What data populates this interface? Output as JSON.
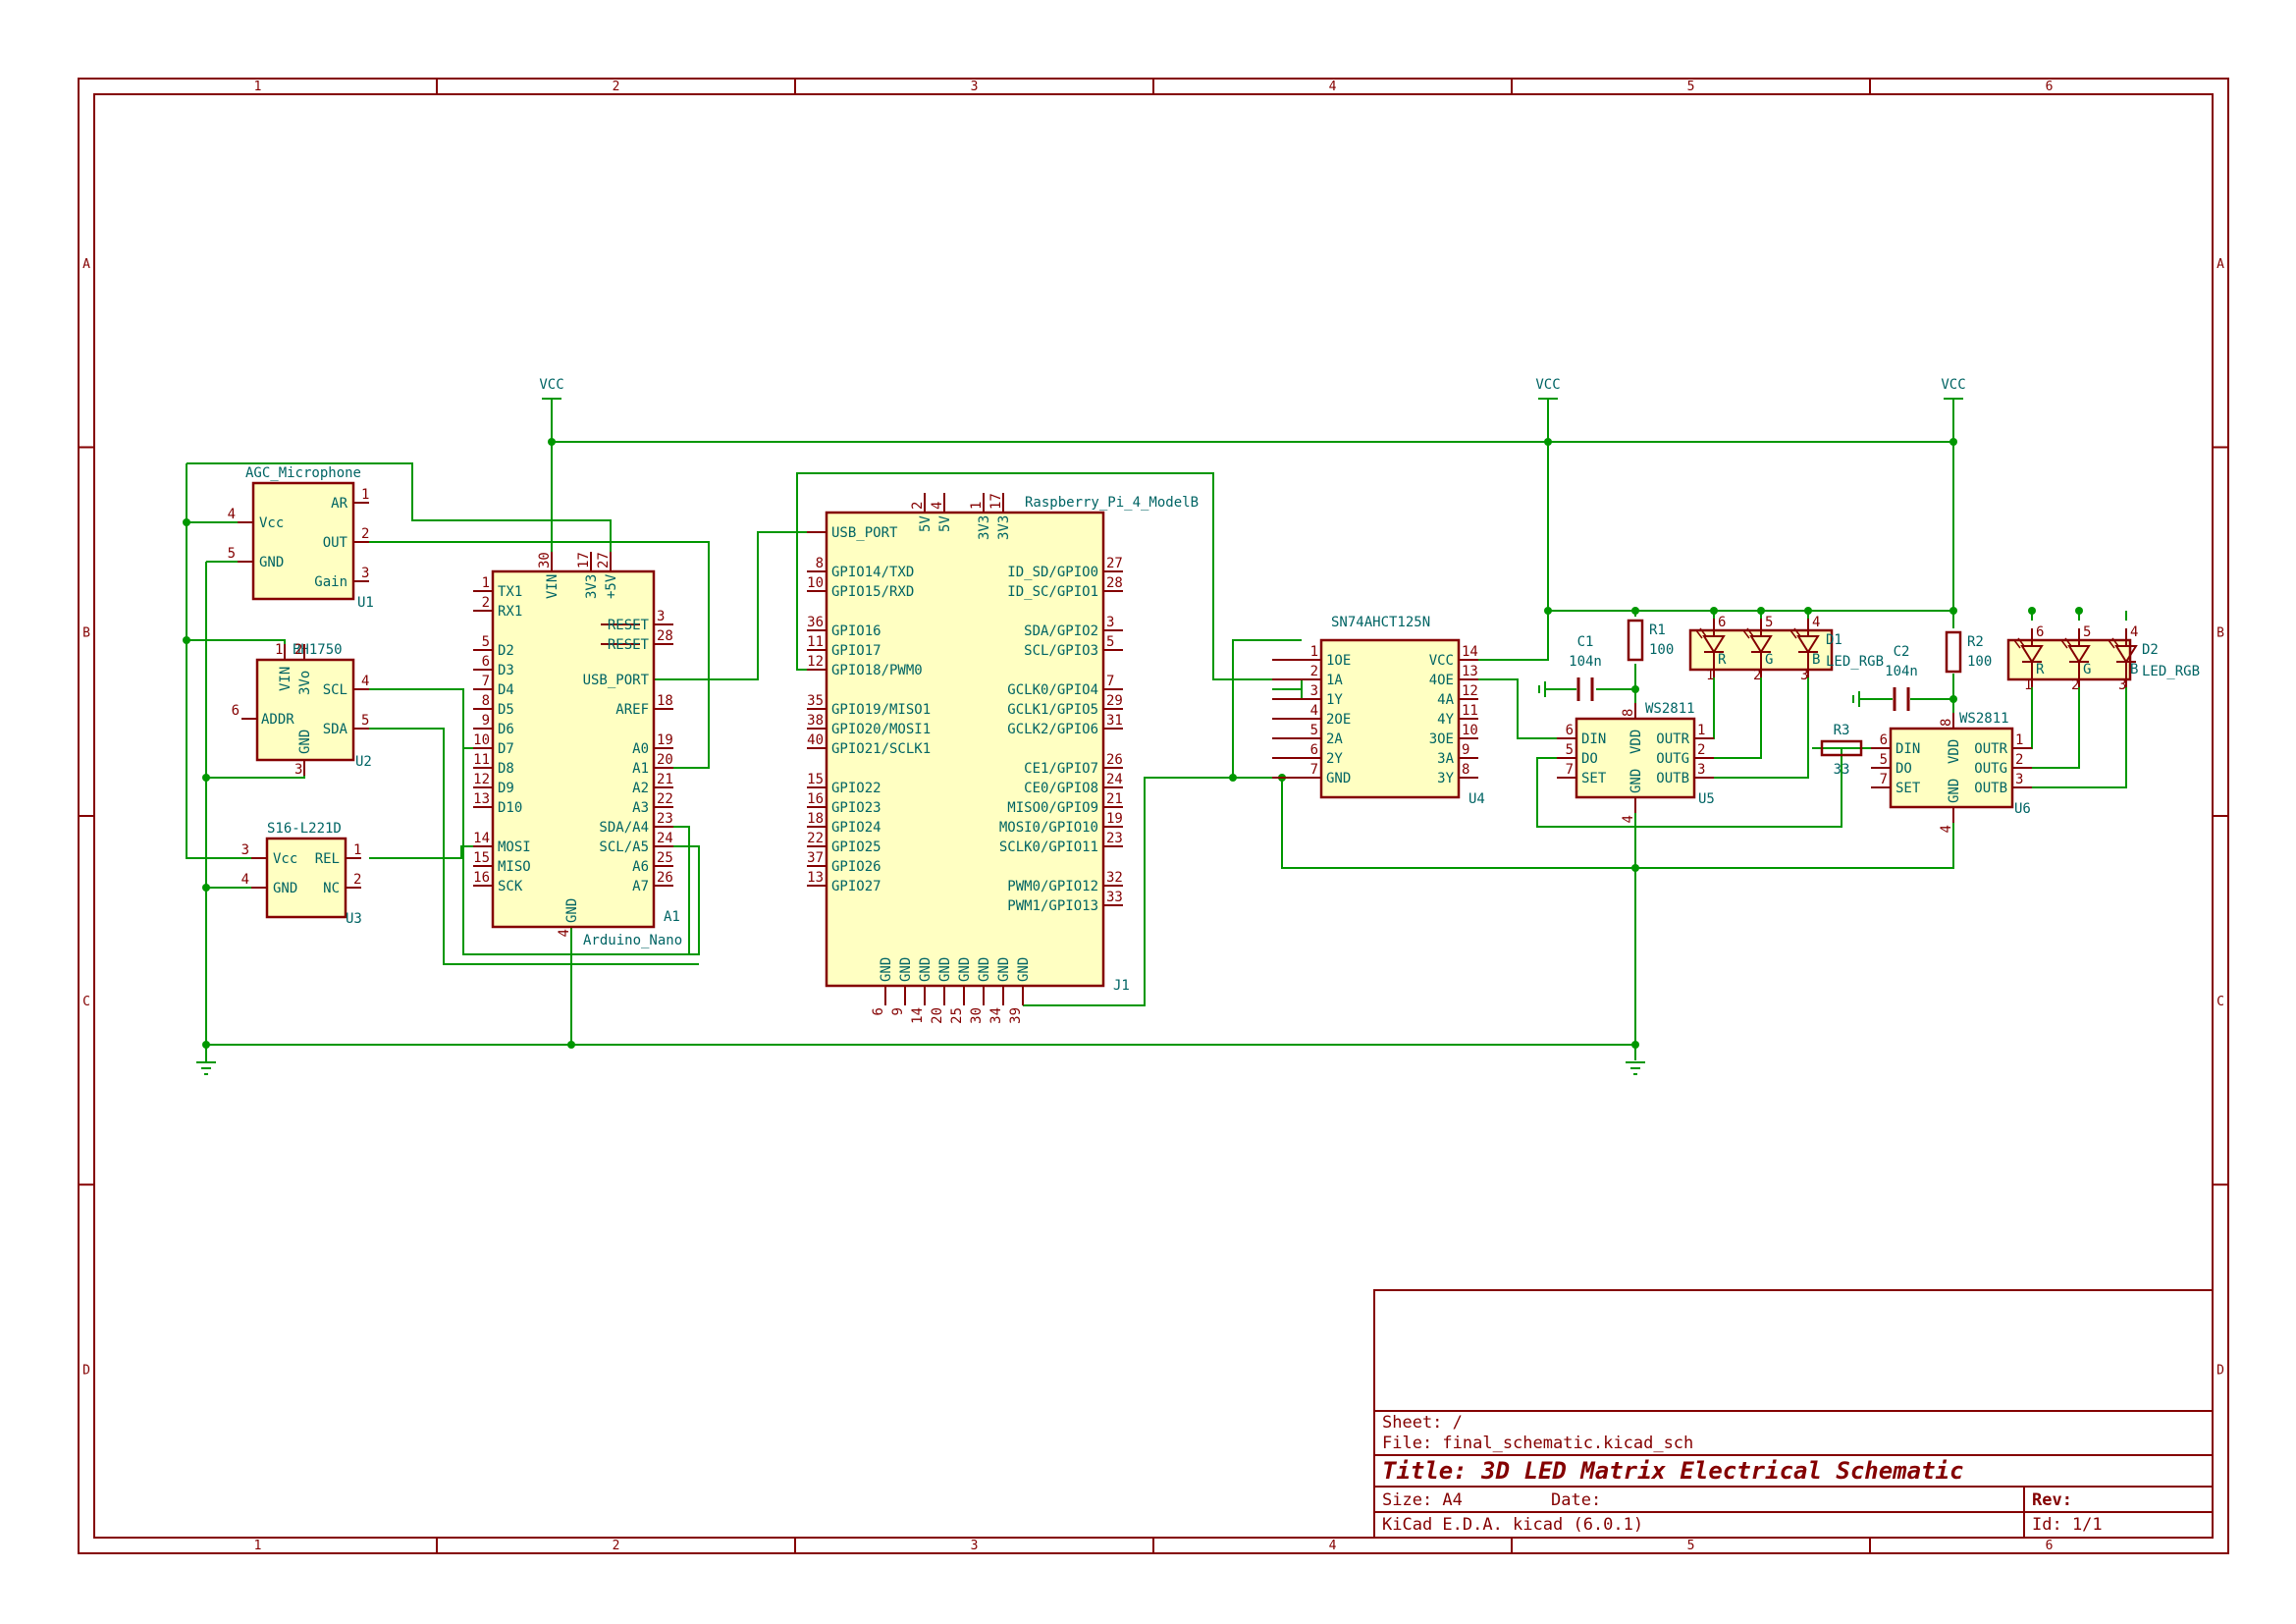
{
  "frame": {
    "columns": [
      "1",
      "2",
      "3",
      "4",
      "5",
      "6"
    ],
    "rows": [
      "A",
      "B",
      "C",
      "D"
    ]
  },
  "title_block": {
    "sheet": "Sheet: /",
    "file": "File: final_schematic.kicad_sch",
    "title": "Title: 3D LED Matrix Electrical Schematic",
    "size": "Size: A4",
    "date": "Date:",
    "rev": "Rev:",
    "tool": "KiCad E.D.A.  kicad (6.0.1)",
    "id": "Id: 1/1"
  },
  "power": {
    "vcc": "VCC"
  },
  "components": {
    "u1": {
      "value": "AGC_Microphone",
      "ref": "U1",
      "pins": [
        {
          "name": "Vcc",
          "num": "4"
        },
        {
          "name": "GND",
          "num": "5"
        },
        {
          "name": "AR",
          "num": "1"
        },
        {
          "name": "OUT",
          "num": "2"
        },
        {
          "name": "Gain",
          "num": "3"
        }
      ]
    },
    "u2": {
      "value": "BH1750",
      "ref": "U2",
      "pins": [
        {
          "name": "VIN",
          "num": "1"
        },
        {
          "name": "3Vo",
          "num": "2"
        },
        {
          "name": "ADDR",
          "num": "6"
        },
        {
          "name": "GND",
          "num": "3"
        },
        {
          "name": "SCL",
          "num": "4"
        },
        {
          "name": "SDA",
          "num": "5"
        }
      ]
    },
    "u3": {
      "value": "S16-L221D",
      "ref": "U3",
      "pins": [
        {
          "name": "Vcc",
          "num": "3"
        },
        {
          "name": "GND",
          "num": "4"
        },
        {
          "name": "REL",
          "num": "1"
        },
        {
          "name": "NC",
          "num": "2"
        }
      ]
    },
    "a1": {
      "value": "Arduino_Nano",
      "ref": "A1",
      "left": [
        {
          "name": "TX1",
          "num": "1"
        },
        {
          "name": "RX1",
          "num": "2"
        },
        {
          "name": "D2",
          "num": "5"
        },
        {
          "name": "D3",
          "num": "6"
        },
        {
          "name": "D4",
          "num": "7"
        },
        {
          "name": "D5",
          "num": "8"
        },
        {
          "name": "D6",
          "num": "9"
        },
        {
          "name": "D7",
          "num": "10"
        },
        {
          "name": "D8",
          "num": "11"
        },
        {
          "name": "D9",
          "num": "12"
        },
        {
          "name": "D10",
          "num": "13"
        },
        {
          "name": "MOSI",
          "num": "14"
        },
        {
          "name": "MISO",
          "num": "15"
        },
        {
          "name": "SCK",
          "num": "16"
        }
      ],
      "right": [
        {
          "name": "RESET",
          "num": "3"
        },
        {
          "name": "RESET",
          "num": "28"
        },
        {
          "name": "USB_PORT",
          "num": ""
        },
        {
          "name": "AREF",
          "num": "18"
        },
        {
          "name": "A0",
          "num": "19"
        },
        {
          "name": "A1",
          "num": "20"
        },
        {
          "name": "A2",
          "num": "21"
        },
        {
          "name": "A3",
          "num": "22"
        },
        {
          "name": "SDA/A4",
          "num": "23"
        },
        {
          "name": "SCL/A5",
          "num": "24"
        },
        {
          "name": "A6",
          "num": "25"
        },
        {
          "name": "A7",
          "num": "26"
        }
      ],
      "top": [
        {
          "name": "VIN",
          "num": "30"
        },
        {
          "name": "3V3",
          "num": "17"
        },
        {
          "name": "+5V",
          "num": "27"
        }
      ],
      "bottom": [
        {
          "name": "GND",
          "num": "4"
        }
      ]
    },
    "j1": {
      "value": "Raspberry_Pi_4_ModelB",
      "ref": "J1",
      "left": [
        {
          "name": "USB_PORT",
          "num": ""
        },
        {
          "name": "GPIO14/TXD",
          "num": "8"
        },
        {
          "name": "GPIO15/RXD",
          "num": "10"
        },
        {
          "name": "GPIO16",
          "num": "36"
        },
        {
          "name": "GPIO17",
          "num": "11"
        },
        {
          "name": "GPIO18/PWM0",
          "num": "12"
        },
        {
          "name": "GPIO19/MISO1",
          "num": "35"
        },
        {
          "name": "GPIO20/MOSI1",
          "num": "38"
        },
        {
          "name": "GPIO21/SCLK1",
          "num": "40"
        },
        {
          "name": "GPIO22",
          "num": "15"
        },
        {
          "name": "GPIO23",
          "num": "16"
        },
        {
          "name": "GPIO24",
          "num": "18"
        },
        {
          "name": "GPIO25",
          "num": "22"
        },
        {
          "name": "GPIO26",
          "num": "37"
        },
        {
          "name": "GPIO27",
          "num": "13"
        }
      ],
      "right": [
        {
          "name": "ID_SD/GPIO0",
          "num": "27"
        },
        {
          "name": "ID_SC/GPIO1",
          "num": "28"
        },
        {
          "name": "SDA/GPIO2",
          "num": "3"
        },
        {
          "name": "SCL/GPIO3",
          "num": "5"
        },
        {
          "name": "GCLK0/GPIO4",
          "num": "7"
        },
        {
          "name": "GCLK1/GPIO5",
          "num": "29"
        },
        {
          "name": "GCLK2/GPIO6",
          "num": "31"
        },
        {
          "name": "CE1/GPIO7",
          "num": "26"
        },
        {
          "name": "CE0/GPIO8",
          "num": "24"
        },
        {
          "name": "MISO0/GPIO9",
          "num": "21"
        },
        {
          "name": "MOSI0/GPIO10",
          "num": "19"
        },
        {
          "name": "SCLK0/GPIO11",
          "num": "23"
        },
        {
          "name": "PWM0/GPIO12",
          "num": "32"
        },
        {
          "name": "PWM1/GPIO13",
          "num": "33"
        }
      ],
      "top": [
        {
          "name": "5V",
          "num": "2"
        },
        {
          "name": "5V",
          "num": "4"
        },
        {
          "name": "3V3",
          "num": "1"
        },
        {
          "name": "3V3",
          "num": "17"
        }
      ],
      "bottom_name": "GND",
      "bottom": [
        "6",
        "9",
        "14",
        "20",
        "25",
        "30",
        "34",
        "39"
      ]
    },
    "u4": {
      "value": "SN74AHCT125N",
      "ref": "U4",
      "left": [
        {
          "name": "1OE",
          "num": "1"
        },
        {
          "name": "1A",
          "num": "2"
        },
        {
          "name": "1Y",
          "num": "3"
        },
        {
          "name": "2OE",
          "num": "4"
        },
        {
          "name": "2A",
          "num": "5"
        },
        {
          "name": "2Y",
          "num": "6"
        },
        {
          "name": "GND",
          "num": "7"
        }
      ],
      "right": [
        {
          "name": "VCC",
          "num": "14"
        },
        {
          "name": "4OE",
          "num": "13"
        },
        {
          "name": "4A",
          "num": "12"
        },
        {
          "name": "4Y",
          "num": "11"
        },
        {
          "name": "3OE",
          "num": "10"
        },
        {
          "name": "3A",
          "num": "9"
        },
        {
          "name": "3Y",
          "num": "8"
        }
      ]
    },
    "u5": {
      "value": "WS2811",
      "ref": "U5",
      "left": [
        {
          "name": "DIN",
          "num": "6"
        },
        {
          "name": "DO",
          "num": "5"
        },
        {
          "name": "SET",
          "num": "7"
        }
      ],
      "right": [
        {
          "name": "OUTR",
          "num": "1"
        },
        {
          "name": "OUTG",
          "num": "2"
        },
        {
          "name": "OUTB",
          "num": "3"
        }
      ],
      "vdd": {
        "name": "VDD",
        "num": "8"
      },
      "gnd": {
        "name": "GND",
        "num": "4"
      }
    },
    "u6": {
      "value": "WS2811",
      "ref": "U6",
      "left": [
        {
          "name": "DIN",
          "num": "6"
        },
        {
          "name": "DO",
          "num": "5"
        },
        {
          "name": "SET",
          "num": "7"
        }
      ],
      "right": [
        {
          "name": "OUTR",
          "num": "1"
        },
        {
          "name": "OUTG",
          "num": "2"
        },
        {
          "name": "OUTB",
          "num": "3"
        }
      ],
      "vdd": {
        "name": "VDD",
        "num": "8"
      },
      "gnd": {
        "name": "GND",
        "num": "4"
      }
    },
    "c1": {
      "ref": "C1",
      "value": "104n"
    },
    "c2": {
      "ref": "C2",
      "value": "104n"
    },
    "r1": {
      "ref": "R1",
      "value": "100"
    },
    "r2": {
      "ref": "R2",
      "value": "100"
    },
    "r3": {
      "ref": "R3",
      "value": "33"
    },
    "d1": {
      "ref": "D1",
      "value": "LED_RGB",
      "pins": [
        "6",
        "5",
        "4",
        "1",
        "2",
        "3"
      ],
      "letters": [
        "R",
        "G",
        "B"
      ]
    },
    "d2": {
      "ref": "D2",
      "value": "LED_RGB",
      "pins": [
        "6",
        "5",
        "4",
        "1",
        "2",
        "3"
      ],
      "letters": [
        "R",
        "G",
        "B"
      ]
    }
  }
}
